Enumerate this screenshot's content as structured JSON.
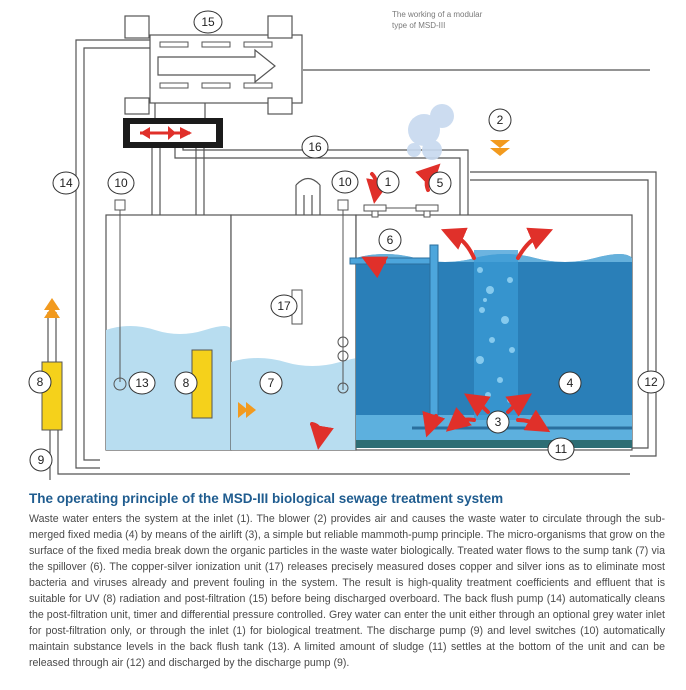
{
  "caption": {
    "line1": "The working of a modular",
    "line2": "type of MSD-III"
  },
  "callouts": {
    "c1": "1",
    "c2": "2",
    "c3": "3",
    "c4": "4",
    "c5": "5",
    "c6": "6",
    "c7": "7",
    "c8a": "8",
    "c8b": "8",
    "c9": "9",
    "c10a": "10",
    "c10b": "10",
    "c11": "11",
    "c12": "12",
    "c13": "13",
    "c14": "14",
    "c15": "15",
    "c16": "16",
    "c17": "17"
  },
  "colors": {
    "main_tank_water": "#2a7fb8",
    "sump_water": "#b8ddf0",
    "pipe_stroke": "#555555",
    "arrow_red": "#e0302a",
    "arrow_orange": "#f29a1e",
    "uv_yellow": "#f5d11b",
    "heading_blue": "#1f5c8f"
  },
  "heading": "The operating principle of the MSD-III biological sewage treatment system",
  "body": "Waste water enters the system at the inlet (1). The blower (2) provides air and causes the waste water to circulate through the sub-merged fixed media (4) by means of the airlift (3), a simple but reliable mammoth-pump principle. The micro-organisms that grow on the surface of the fixed media  break down the organic particles in the waste water biologically. Treated water flows to the sump tank (7) via the spillover (6). The copper-silver ionization unit (17) releases precisely measured doses copper and silver ions as to eliminate most bacteria and viruses already and prevent fouling in the system. The result is high-quality treatment coefficients and effluent that is suitable for UV (8) radiation and post-filtration (15) before being discharged overboard. The back flush pump (14) automatically cleans the post-filtration unit, timer and differential pressure controlled. Grey water can enter the unit either through an optional grey water inlet for post-filtration only, or through the inlet (1) for biological treatment. The discharge pump (9) and level switches (10) automatically maintain substance levels in the back flush tank (13). A limited amount of sludge (11) settles at the bottom of the unit and can be released through air (12) and discharged by the discharge pump (9)."
}
